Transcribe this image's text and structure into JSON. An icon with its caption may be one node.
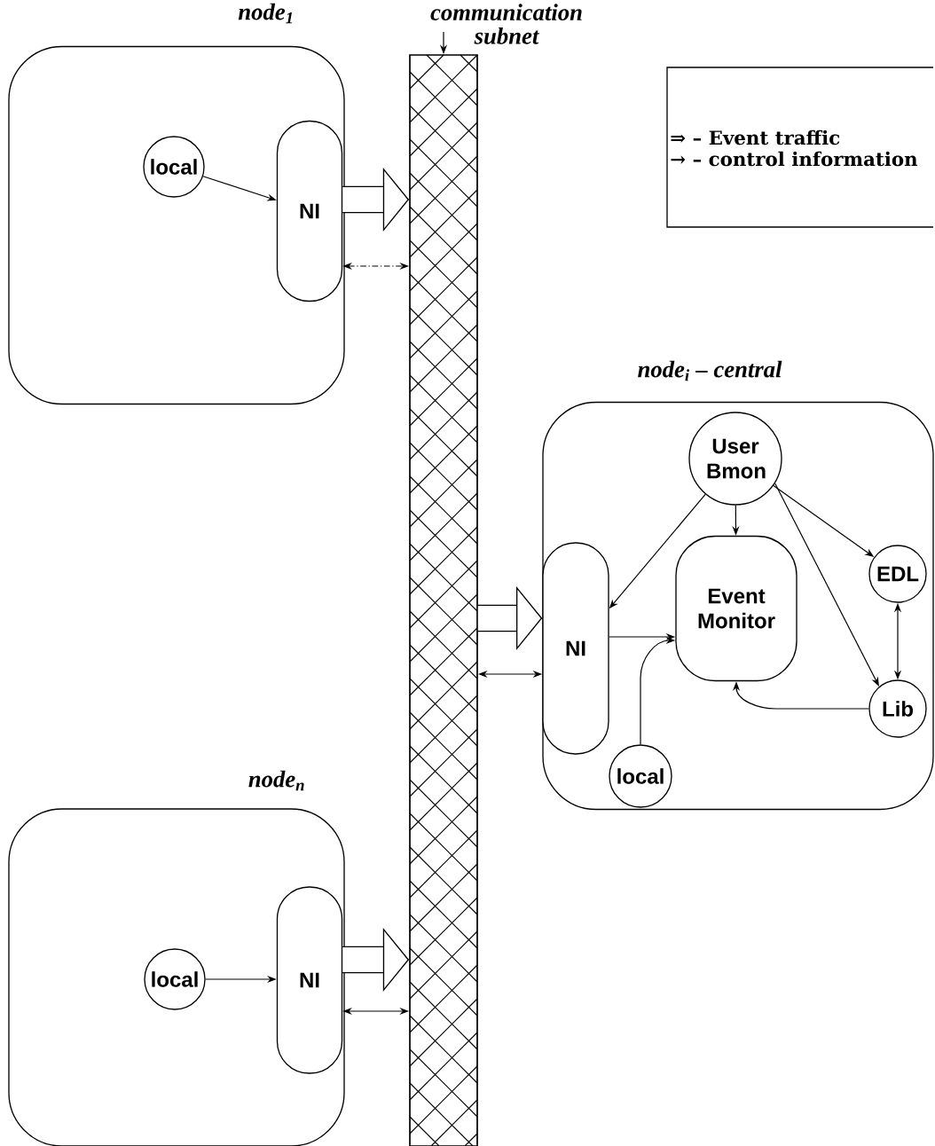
{
  "diagram": {
    "nodes": [
      {
        "text": [
          "node$_{1}$"
        ]
      },
      {
        "text": [
          "local"
        ],
        "in": 0
      },
      {
        "text": [
          "NI"
        ],
        "in": 0
      },
      {
        "text": [
          "communication subnet"
        ]
      },
      {
        "text": [],
        "shape": "bar"
      },
      {
        "text": [
          "node$_{i}$ – central"
        ]
      },
      {
        "text": [
          "User Bmon"
        ],
        "in": 5
      },
      {
        "text": [
          "NI"
        ],
        "in": 5
      },
      {
        "text": [
          "Event Monitor"
        ],
        "in": 5
      },
      {
        "text": [
          "EDL"
        ],
        "in": 5
      },
      {
        "text": [
          "Lib"
        ],
        "in": 5
      },
      {
        "text": [
          "local"
        ],
        "in": 5
      },
      {
        "text": [
          "node$_{n}$"
        ]
      },
      {
        "text": [
          "local"
        ],
        "in": 12
      },
      {
        "text": [
          "NI"
        ],
        "in": 12
      }
    ],
    "edges": [
      {
        "from": 1,
        "to": 2,
        "arrow": "to"
      },
      {
        "from": 2,
        "to": 4,
        "arrow": "to",
        "style": "thick"
      },
      {
        "from": 2,
        "to": 4,
        "arrow": "both",
        "style": "dashed"
      },
      {
        "from": 3,
        "to": 4,
        "arrow": "to"
      },
      {
        "from": 4,
        "to": 7,
        "arrow": "to",
        "style": "thick"
      },
      {
        "from": 4,
        "to": 7,
        "arrow": "both"
      },
      {
        "from": 6,
        "to": 7,
        "arrow": "to"
      },
      {
        "from": 6,
        "to": 8,
        "arrow": "to"
      },
      {
        "from": 6,
        "to": 9,
        "arrow": "to"
      },
      {
        "from": 6,
        "to": 10,
        "arrow": "to"
      },
      {
        "from": 7,
        "to": 8,
        "arrow": "to"
      },
      {
        "from": 11,
        "to": 8,
        "arrow": "to"
      },
      {
        "from": 9,
        "to": 10,
        "arrow": "both"
      },
      {
        "from": 10,
        "to": 8,
        "arrow": "to"
      },
      {
        "from": 13,
        "to": 14,
        "arrow": "to"
      },
      {
        "from": 14,
        "to": 4,
        "arrow": "to",
        "style": "thick"
      },
      {
        "from": 14,
        "to": 4,
        "arrow": "both"
      }
    ],
    "legend": [
      {
        "text": "⇒ – Event traffic"
      },
      {
        "text": "→ – control information"
      }
    ]
  }
}
